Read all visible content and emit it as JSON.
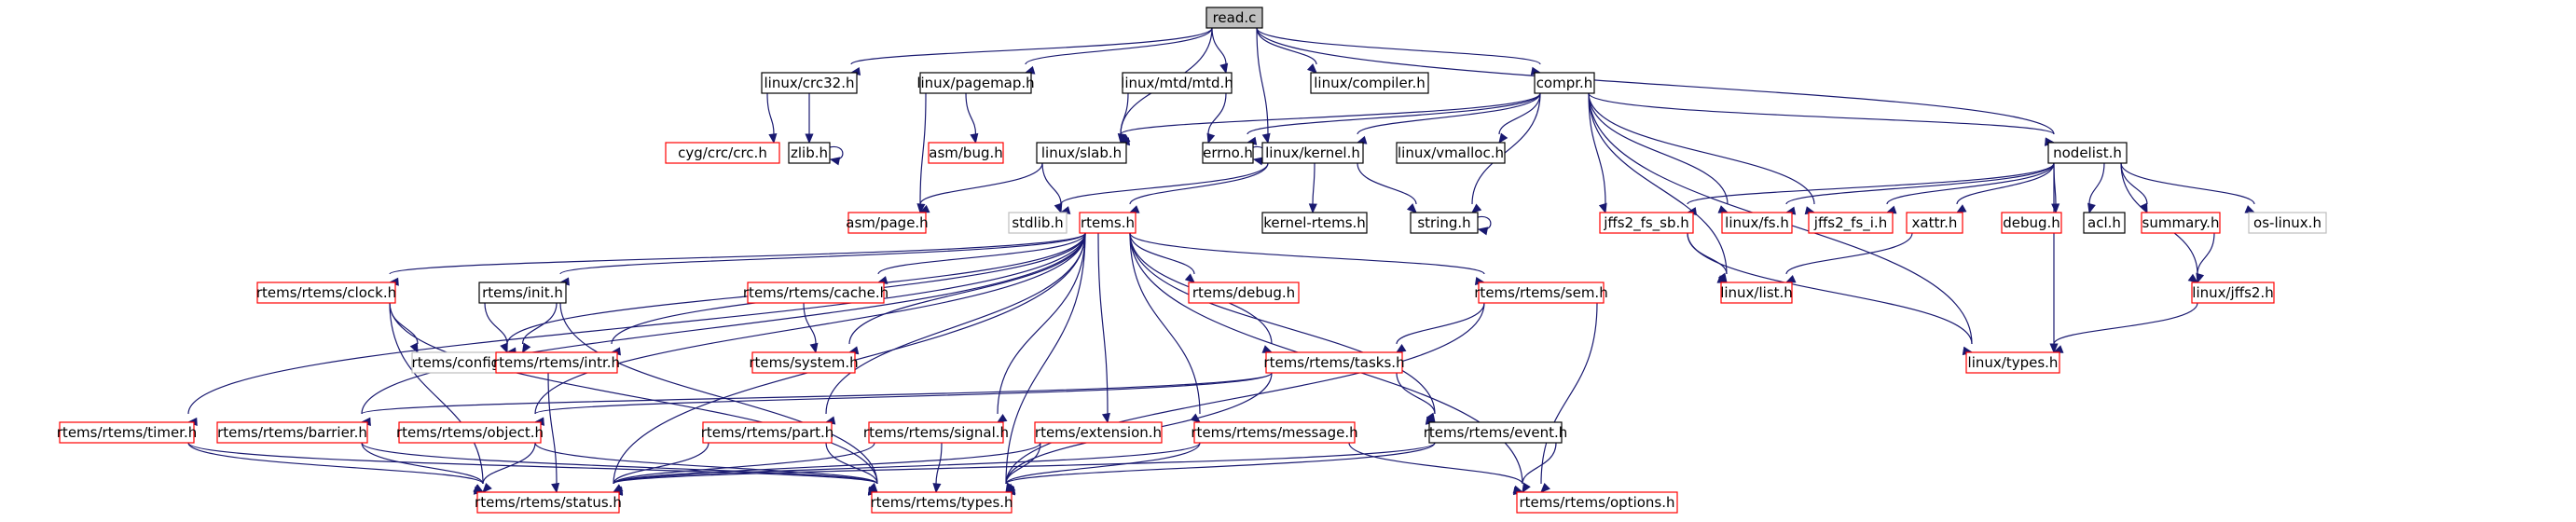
{
  "graph": {
    "nodes": [
      {
        "id": "read_c",
        "label": "read.c",
        "style": "root"
      },
      {
        "id": "crc32",
        "label": "linux/crc32.h",
        "style": "normal"
      },
      {
        "id": "pagemap",
        "label": "linux/pagemap.h",
        "style": "normal"
      },
      {
        "id": "mtd",
        "label": "linux/mtd/mtd.h",
        "style": "normal"
      },
      {
        "id": "compiler",
        "label": "linux/compiler.h",
        "style": "normal"
      },
      {
        "id": "compr",
        "label": "compr.h",
        "style": "normal"
      },
      {
        "id": "nodelist",
        "label": "nodelist.h",
        "style": "normal"
      },
      {
        "id": "cygcrc",
        "label": "cyg/crc/crc.h",
        "style": "missing"
      },
      {
        "id": "zlib",
        "label": "zlib.h",
        "style": "normal"
      },
      {
        "id": "asmbug",
        "label": "asm/bug.h",
        "style": "missing"
      },
      {
        "id": "slab",
        "label": "linux/slab.h",
        "style": "normal"
      },
      {
        "id": "errno",
        "label": "errno.h",
        "style": "normal"
      },
      {
        "id": "lkernel",
        "label": "linux/kernel.h",
        "style": "normal"
      },
      {
        "id": "vmalloc",
        "label": "linux/vmalloc.h",
        "style": "normal"
      },
      {
        "id": "asmpage",
        "label": "asm/page.h",
        "style": "missing"
      },
      {
        "id": "stdlib",
        "label": "stdlib.h",
        "style": "system"
      },
      {
        "id": "rtems",
        "label": "rtems.h",
        "style": "missing"
      },
      {
        "id": "kernelrtems",
        "label": "kernel-rtems.h",
        "style": "normal"
      },
      {
        "id": "stringh",
        "label": "string.h",
        "style": "normal"
      },
      {
        "id": "sb",
        "label": "jffs2_fs_sb.h",
        "style": "missing"
      },
      {
        "id": "fsh",
        "label": "linux/fs.h",
        "style": "missing"
      },
      {
        "id": "fsi",
        "label": "jffs2_fs_i.h",
        "style": "missing"
      },
      {
        "id": "xattr",
        "label": "xattr.h",
        "style": "missing"
      },
      {
        "id": "debug",
        "label": "debug.h",
        "style": "missing"
      },
      {
        "id": "acl",
        "label": "acl.h",
        "style": "normal"
      },
      {
        "id": "summary",
        "label": "summary.h",
        "style": "missing"
      },
      {
        "id": "oslinux",
        "label": "os-linux.h",
        "style": "system"
      },
      {
        "id": "clock",
        "label": "rtems/rtems/clock.h",
        "style": "missing"
      },
      {
        "id": "init",
        "label": "rtems/init.h",
        "style": "normal"
      },
      {
        "id": "cache",
        "label": "rtems/rtems/cache.h",
        "style": "missing"
      },
      {
        "id": "rdebug",
        "label": "rtems/debug.h",
        "style": "missing"
      },
      {
        "id": "sem",
        "label": "rtems/rtems/sem.h",
        "style": "missing"
      },
      {
        "id": "llist",
        "label": "linux/list.h",
        "style": "missing"
      },
      {
        "id": "ljffs2",
        "label": "linux/jffs2.h",
        "style": "missing"
      },
      {
        "id": "config",
        "label": "rtems/config.h",
        "style": "system"
      },
      {
        "id": "intr",
        "label": "rtems/rtems/intr.h",
        "style": "missing"
      },
      {
        "id": "system",
        "label": "rtems/system.h",
        "style": "missing"
      },
      {
        "id": "tasks",
        "label": "rtems/rtems/tasks.h",
        "style": "missing"
      },
      {
        "id": "ltypes",
        "label": "linux/types.h",
        "style": "missing"
      },
      {
        "id": "timer",
        "label": "rtems/rtems/timer.h",
        "style": "missing"
      },
      {
        "id": "barrier",
        "label": "rtems/rtems/barrier.h",
        "style": "missing"
      },
      {
        "id": "object",
        "label": "rtems/rtems/object.h",
        "style": "missing"
      },
      {
        "id": "part",
        "label": "rtems/rtems/part.h",
        "style": "missing"
      },
      {
        "id": "signal",
        "label": "rtems/rtems/signal.h",
        "style": "missing"
      },
      {
        "id": "extension",
        "label": "rtems/extension.h",
        "style": "missing"
      },
      {
        "id": "message",
        "label": "rtems/rtems/message.h",
        "style": "missing"
      },
      {
        "id": "event",
        "label": "rtems/rtems/event.h",
        "style": "normal"
      },
      {
        "id": "status",
        "label": "rtems/rtems/status.h",
        "style": "missing"
      },
      {
        "id": "rtypes",
        "label": "rtems/rtems/types.h",
        "style": "missing"
      },
      {
        "id": "options",
        "label": "rtems/rtems/options.h",
        "style": "missing"
      }
    ],
    "edges": [
      [
        "read_c",
        "crc32"
      ],
      [
        "read_c",
        "pagemap"
      ],
      [
        "read_c",
        "mtd"
      ],
      [
        "read_c",
        "compiler"
      ],
      [
        "read_c",
        "compr"
      ],
      [
        "read_c",
        "nodelist"
      ],
      [
        "read_c",
        "slab"
      ],
      [
        "read_c",
        "lkernel"
      ],
      [
        "crc32",
        "cygcrc"
      ],
      [
        "crc32",
        "zlib"
      ],
      [
        "zlib",
        "zlib"
      ],
      [
        "pagemap",
        "asmbug"
      ],
      [
        "pagemap",
        "asmpage"
      ],
      [
        "mtd",
        "slab"
      ],
      [
        "mtd",
        "errno"
      ],
      [
        "errno",
        "errno"
      ],
      [
        "compr",
        "slab"
      ],
      [
        "compr",
        "errno"
      ],
      [
        "compr",
        "lkernel"
      ],
      [
        "compr",
        "vmalloc"
      ],
      [
        "compr",
        "stringh"
      ],
      [
        "compr",
        "sb"
      ],
      [
        "compr",
        "fsh"
      ],
      [
        "compr",
        "fsi"
      ],
      [
        "compr",
        "llist"
      ],
      [
        "compr",
        "ltypes"
      ],
      [
        "compr",
        "nodelist"
      ],
      [
        "slab",
        "asmpage"
      ],
      [
        "slab",
        "stdlib"
      ],
      [
        "lkernel",
        "rtems"
      ],
      [
        "lkernel",
        "kernelrtems"
      ],
      [
        "lkernel",
        "stringh"
      ],
      [
        "lkernel",
        "stdlib"
      ],
      [
        "stringh",
        "stringh"
      ],
      [
        "nodelist",
        "sb"
      ],
      [
        "nodelist",
        "fsh"
      ],
      [
        "nodelist",
        "fsi"
      ],
      [
        "nodelist",
        "xattr"
      ],
      [
        "nodelist",
        "debug"
      ],
      [
        "nodelist",
        "acl"
      ],
      [
        "nodelist",
        "summary"
      ],
      [
        "nodelist",
        "oslinux"
      ],
      [
        "nodelist",
        "ljffs2"
      ],
      [
        "nodelist",
        "ltypes"
      ],
      [
        "sb",
        "llist"
      ],
      [
        "sb",
        "ltypes"
      ],
      [
        "xattr",
        "llist"
      ],
      [
        "summary",
        "ljffs2"
      ],
      [
        "ljffs2",
        "ltypes"
      ],
      [
        "rtems",
        "clock"
      ],
      [
        "rtems",
        "init"
      ],
      [
        "rtems",
        "cache"
      ],
      [
        "rtems",
        "rdebug"
      ],
      [
        "rtems",
        "sem"
      ],
      [
        "rtems",
        "config"
      ],
      [
        "rtems",
        "intr"
      ],
      [
        "rtems",
        "system"
      ],
      [
        "rtems",
        "tasks"
      ],
      [
        "rtems",
        "timer"
      ],
      [
        "rtems",
        "barrier"
      ],
      [
        "rtems",
        "object"
      ],
      [
        "rtems",
        "part"
      ],
      [
        "rtems",
        "signal"
      ],
      [
        "rtems",
        "extension"
      ],
      [
        "rtems",
        "message"
      ],
      [
        "rtems",
        "event"
      ],
      [
        "rtems",
        "status"
      ],
      [
        "rtems",
        "rtypes"
      ],
      [
        "rtems",
        "options"
      ],
      [
        "clock",
        "config"
      ],
      [
        "clock",
        "status"
      ],
      [
        "clock",
        "rtypes"
      ],
      [
        "init",
        "config"
      ],
      [
        "init",
        "intr"
      ],
      [
        "init",
        "rtypes"
      ],
      [
        "cache",
        "system"
      ],
      [
        "sem",
        "tasks"
      ],
      [
        "sem",
        "rtypes"
      ],
      [
        "sem",
        "options"
      ],
      [
        "intr",
        "status"
      ],
      [
        "tasks",
        "object"
      ],
      [
        "tasks",
        "event"
      ],
      [
        "tasks",
        "rtypes"
      ],
      [
        "tasks",
        "barrier"
      ],
      [
        "timer",
        "status"
      ],
      [
        "timer",
        "rtypes"
      ],
      [
        "barrier",
        "status"
      ],
      [
        "barrier",
        "rtypes"
      ],
      [
        "object",
        "status"
      ],
      [
        "object",
        "rtypes"
      ],
      [
        "part",
        "status"
      ],
      [
        "part",
        "rtypes"
      ],
      [
        "signal",
        "status"
      ],
      [
        "signal",
        "rtypes"
      ],
      [
        "extension",
        "status"
      ],
      [
        "extension",
        "rtypes"
      ],
      [
        "message",
        "status"
      ],
      [
        "message",
        "rtypes"
      ],
      [
        "message",
        "options"
      ],
      [
        "event",
        "status"
      ],
      [
        "event",
        "rtypes"
      ],
      [
        "event",
        "options"
      ]
    ]
  }
}
